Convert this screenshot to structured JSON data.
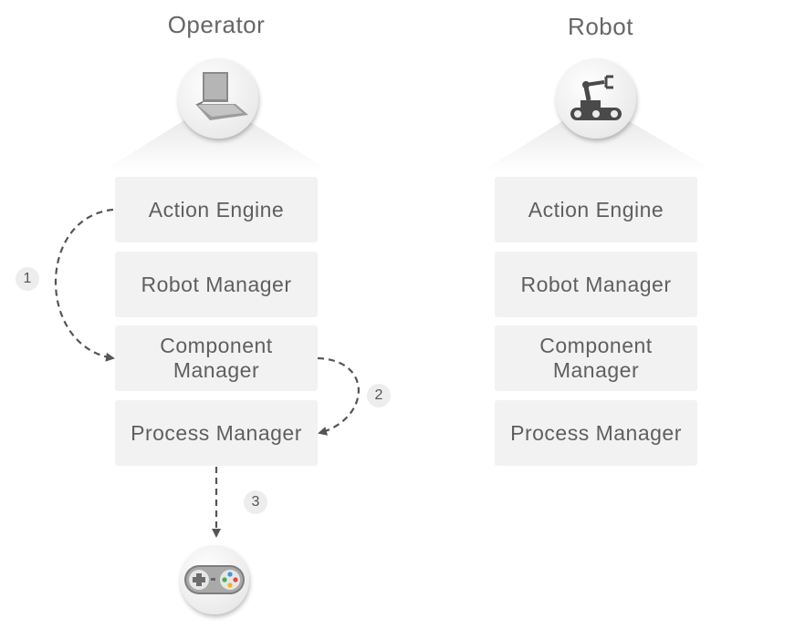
{
  "operator": {
    "title": "Operator",
    "icon": "laptop-icon",
    "layers": [
      "Action Engine",
      "Robot Manager",
      "Component\nManager",
      "Process Manager"
    ]
  },
  "robot": {
    "title": "Robot",
    "icon": "robot-arm-icon",
    "layers": [
      "Action Engine",
      "Robot Manager",
      "Component\nManager",
      "Process Manager"
    ]
  },
  "steps": [
    "1",
    "2",
    "3"
  ],
  "output_icon": "gamepad-icon",
  "colors": {
    "box": "#f2f2f2",
    "text": "#5f5f5f",
    "arrow": "#555555",
    "badge": "#ededed"
  }
}
